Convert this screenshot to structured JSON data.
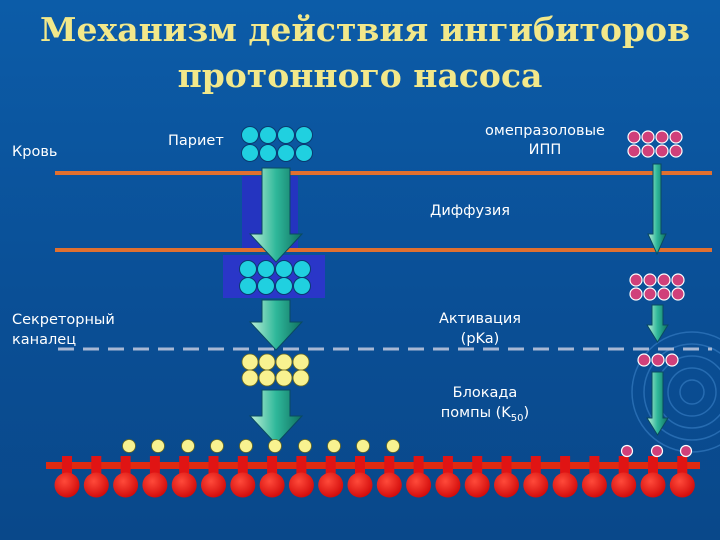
{
  "title": {
    "line1": "Механизм действия ингибиторов",
    "line2": "протонного насоса"
  },
  "labels": {
    "blood": "Кровь",
    "pariet": "Париет",
    "omeprazole_line1": "омепразоловые",
    "omeprazole_line2": "ИПП",
    "diffusion": "Диффузия",
    "canaliculus_line1": "Секреторный",
    "canaliculus_line2": "каналец",
    "activation_line1": "Активация",
    "activation_line2": "(pKa)",
    "blockade_line1": "Блокада",
    "blockade_line2": "помпы (K",
    "blockade_sub": "50",
    "blockade_close": ")"
  },
  "colors": {
    "background": "#0a52a0",
    "title": "#f2e88a",
    "membrane": "#e07030",
    "canaliculus_dash": "#a8b8d4",
    "pariet_molecule": "#20d0e0",
    "pariet_activated": "#f8f290",
    "omeprazole_molecule": "#d0407a",
    "pump": "#ee1010",
    "arrow": "#1fa890",
    "cell_band": "#2434c0"
  }
}
